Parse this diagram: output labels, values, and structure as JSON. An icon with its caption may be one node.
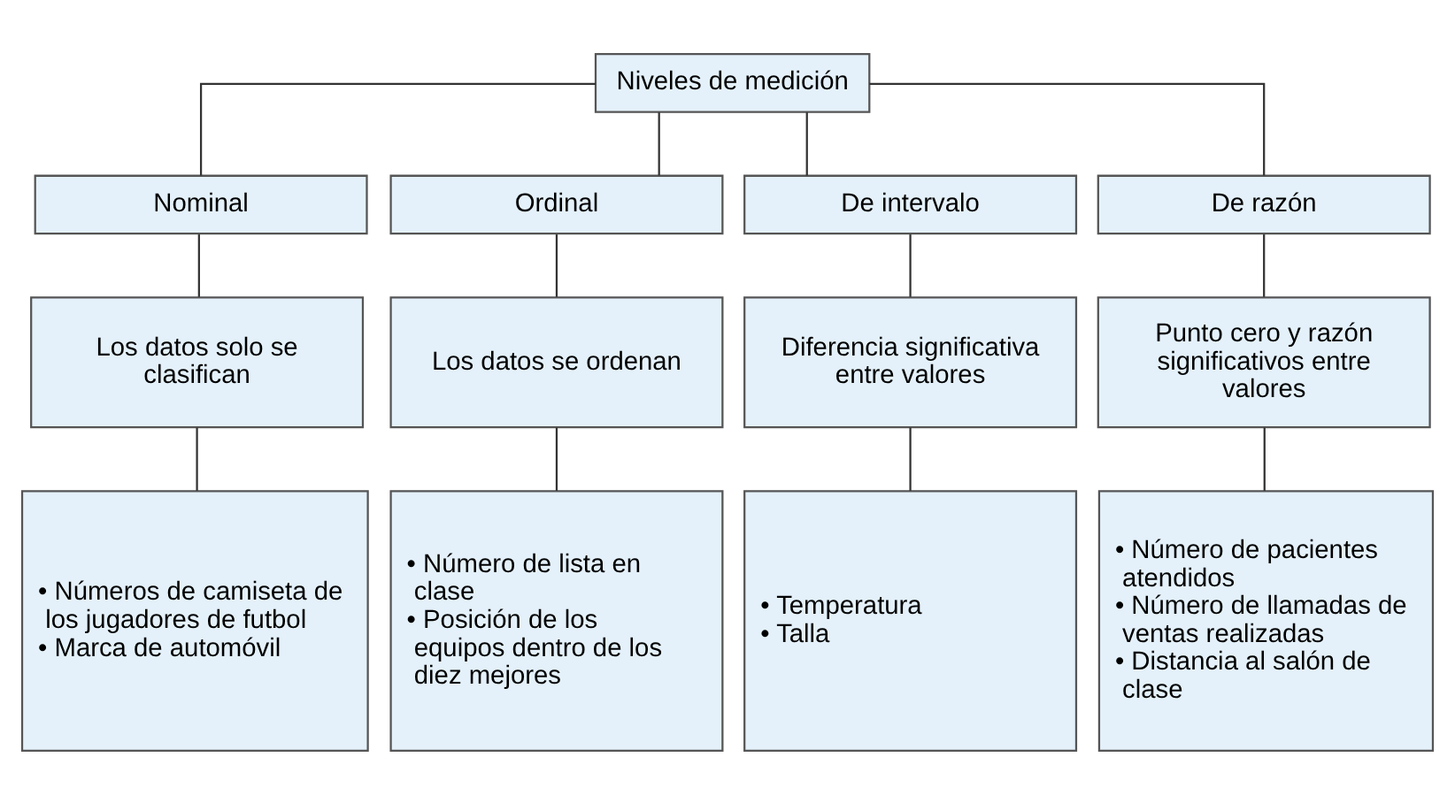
{
  "diagram": {
    "nodes": [
      {
        "text": [
          "Niveles de medición"
        ]
      },
      {
        "text": [
          "Nominal"
        ]
      },
      {
        "text": [
          "Ordinal"
        ]
      },
      {
        "text": [
          "De intervalo"
        ]
      },
      {
        "text": [
          "De razón"
        ]
      },
      {
        "text": [
          "Los datos solo se clasifican"
        ]
      },
      {
        "text": [
          "Los datos se ordenan"
        ]
      },
      {
        "text": [
          "Diferencia significativa entre valores"
        ]
      },
      {
        "text": [
          "Punto cero y razón significativos entre valores"
        ]
      },
      {
        "text": [
          "• Números de camiseta de los jugadores de futbol",
          "• Marca de automóvil"
        ]
      },
      {
        "text": [
          "• Número de lista en clase",
          "• Posición de los equipos dentro de los diez mejores"
        ]
      },
      {
        "text": [
          "• Temperatura",
          "• Talla"
        ]
      },
      {
        "text": [
          "• Número de pacientes atendidos",
          "• Número de llamadas de ventas realizadas",
          "• Distancia al salón de clase"
        ]
      }
    ],
    "edges": [
      {
        "from": 0,
        "to": 1,
        "arrow": "none"
      },
      {
        "from": 0,
        "to": 2,
        "arrow": "none"
      },
      {
        "from": 0,
        "to": 3,
        "arrow": "none"
      },
      {
        "from": 0,
        "to": 4,
        "arrow": "none"
      },
      {
        "from": 1,
        "to": 5,
        "arrow": "none"
      },
      {
        "from": 2,
        "to": 6,
        "arrow": "none"
      },
      {
        "from": 3,
        "to": 7,
        "arrow": "none"
      },
      {
        "from": 4,
        "to": 8,
        "arrow": "none"
      },
      {
        "from": 5,
        "to": 9,
        "arrow": "none"
      },
      {
        "from": 6,
        "to": 10,
        "arrow": "none"
      },
      {
        "from": 7,
        "to": 11,
        "arrow": "none"
      },
      {
        "from": 8,
        "to": 12,
        "arrow": "none"
      }
    ]
  }
}
